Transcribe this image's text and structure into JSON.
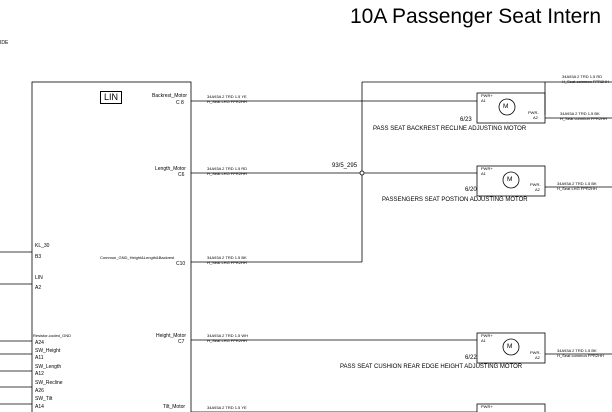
{
  "title": "10A Passenger Seat Intern",
  "side_label": "IDE",
  "module": {
    "label": "LIN",
    "pins": [
      {
        "name": "Backrest_Motor",
        "pin": "C 8"
      },
      {
        "name": "Length_Motor",
        "pin": "C6"
      },
      {
        "name": "Common_GND_Height&Length&Backrest",
        "pin": "C10"
      },
      {
        "name": "Height_Motor",
        "pin": "C7"
      },
      {
        "name": "Tilt_Motor",
        "pin": "C"
      }
    ],
    "left_pins": [
      {
        "name": "KL_30",
        "pin": "B3"
      },
      {
        "name": "LIN",
        "pin": "A2"
      },
      {
        "name": "Resistor-coded_GND",
        "pin": "A24"
      },
      {
        "name": "SW_Height",
        "pin": "A11"
      },
      {
        "name": "SW_Length",
        "pin": "A12"
      },
      {
        "name": "SW_Recline",
        "pin": "A26"
      },
      {
        "name": "SW_Tilt",
        "pin": "A14"
      }
    ]
  },
  "wires": [
    {
      "l1": "34A93A 2 TRD 1.5 YE",
      "l2": "H_Seat LHG FPR2HH"
    },
    {
      "l1": "34A93A 2 TRD 1.5 RD",
      "l2": "H_Seat LHG FPR2HH"
    },
    {
      "l1": "34A93A 2 TRD 1.5 BK",
      "l2": "H_Seat LHG FPR2HH"
    },
    {
      "l1": "34A93A 2 TRD 1.5 WH",
      "l2": "H_Seat LHG FPR2HH"
    },
    {
      "l1": "34A93A 2 TRD 1.5 YE",
      "l2": "H_Seat LHG FPR2HH"
    }
  ],
  "splice": "93/5_295",
  "motors": [
    {
      "ref": "6/23",
      "name": "PASS SEAT BACKREST RECLINE ADJUSTING MOTOR",
      "pwr_in": "PWR+",
      "pin_in": "A1",
      "pwr_out": "PWR-",
      "pin_out": "A2",
      "symbol": "M"
    },
    {
      "ref": "6/20",
      "name": "PASSENGERS SEAT POSTION ADJUSTING MOTOR",
      "pwr_in": "PWR+",
      "pin_in": "A1",
      "pwr_out": "PWR-",
      "pin_out": "A2",
      "symbol": "M"
    },
    {
      "ref": "6/22",
      "name": "PASS SEAT CUSHION REAR EDGE HEIGHT ADJUSTING MOTOR",
      "pwr_in": "PWR+",
      "pin_in": "A1",
      "pwr_out": "PWR-",
      "pin_out": "A2",
      "symbol": "M"
    },
    {
      "pwr_in": "PWR+"
    }
  ],
  "right_wires": [
    {
      "l1": "34A93A 2 TRD 1.5 RD",
      "l2": "H_Seat common FPR2HH"
    },
    {
      "l1": "34A93A 2 TRD 1.5 BK",
      "l2": "H_Seat common FPR2HH"
    },
    {
      "l1": "34A93A 2 TRD 1.5 BK",
      "l2": "H_Seat LHG FPR2HH"
    },
    {
      "l1": "34A93A 2 TRD 1.5 BK",
      "l2": "H_Seat common FPR2HH"
    }
  ]
}
